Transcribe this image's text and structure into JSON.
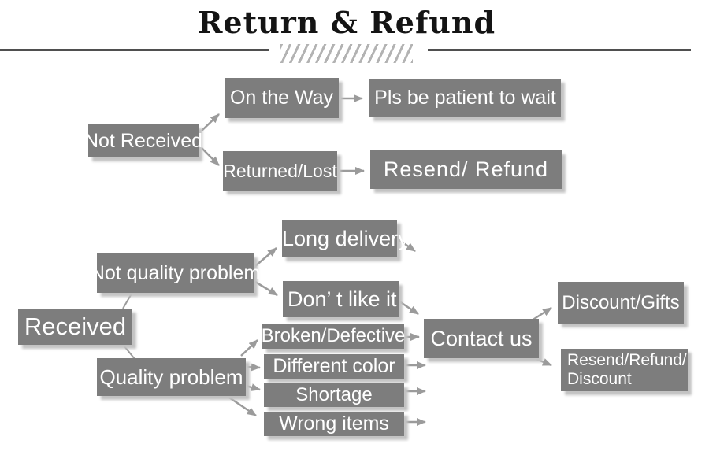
{
  "title": {
    "text": "Return & Refund"
  },
  "colors": {
    "box": "#7d7d7d",
    "box_text": "#ffffff",
    "arrow": "#9b9b9b",
    "shadow": "#c3c3c3",
    "rule": "#4f4f4f",
    "hatch": "#b3b3b3",
    "title": "#141414",
    "background": "#ffffff"
  },
  "nodes": {
    "not_received": {
      "label": "Not Received"
    },
    "on_the_way": {
      "label": "On the Way"
    },
    "pls_wait": {
      "label": "Pls be patient to wait"
    },
    "returned_lost": {
      "label": "Returned/Lost"
    },
    "resend_refund": {
      "label": "Resend/ Refund"
    },
    "not_quality": {
      "label": "Not quality problem"
    },
    "received": {
      "label": "Received"
    },
    "long_delivery": {
      "label": "Long delivery"
    },
    "dont_like": {
      "label": "Don’ t like it"
    },
    "quality": {
      "label": "Quality problem"
    },
    "broken": {
      "label": "Broken/Defective"
    },
    "different_color": {
      "label": "Different color"
    },
    "shortage": {
      "label": "Shortage"
    },
    "wrong_items": {
      "label": "Wrong items"
    },
    "contact_us": {
      "label": "Contact us"
    },
    "discount_gifts": {
      "label": "Discount/Gifts"
    },
    "resend_discount": {
      "line1": "Resend/Refund/",
      "line2": "Discount"
    }
  },
  "edges": [
    {
      "from": "Not Received",
      "to": "On the Way"
    },
    {
      "from": "Not Received",
      "to": "Returned/Lost"
    },
    {
      "from": "On the Way",
      "to": "Pls be patient to wait"
    },
    {
      "from": "Returned/Lost",
      "to": "Resend/ Refund"
    },
    {
      "from": "Received",
      "to": "Not quality problem"
    },
    {
      "from": "Received",
      "to": "Quality problem"
    },
    {
      "from": "Not quality problem",
      "to": "Long delivery"
    },
    {
      "from": "Not quality problem",
      "to": "Don’ t like it"
    },
    {
      "from": "Long delivery",
      "to": ""
    },
    {
      "from": "Don’ t like it",
      "to": "Contact us"
    },
    {
      "from": "Quality problem",
      "to": "Broken/Defective"
    },
    {
      "from": "Quality problem",
      "to": "Different color"
    },
    {
      "from": "Quality problem",
      "to": "Shortage"
    },
    {
      "from": "Quality problem",
      "to": "Wrong items"
    },
    {
      "from": "Broken/Defective",
      "to": "Contact us"
    },
    {
      "from": "Different color",
      "to": "Contact us"
    },
    {
      "from": "Shortage",
      "to": "Contact us"
    },
    {
      "from": "Wrong items",
      "to": "Contact us"
    },
    {
      "from": "Contact us",
      "to": "Discount/Gifts"
    },
    {
      "from": "Contact us",
      "to": "Resend/Refund/Discount"
    }
  ]
}
